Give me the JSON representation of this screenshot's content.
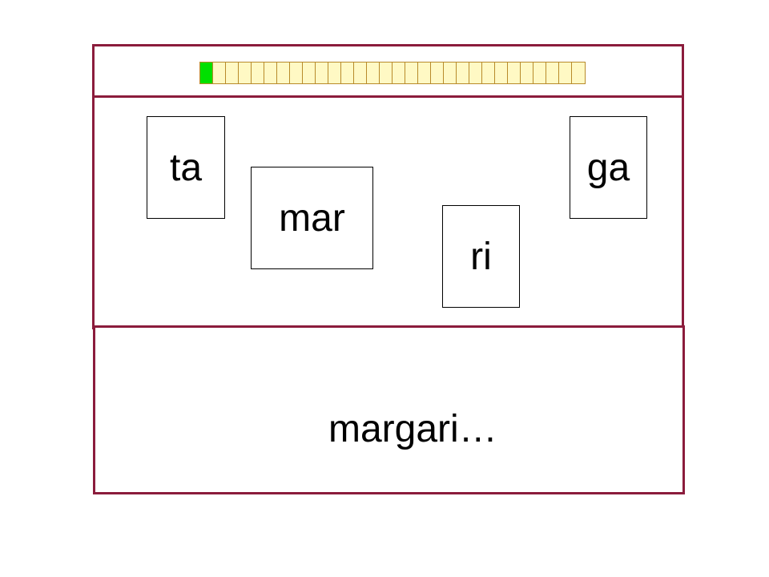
{
  "progress": {
    "total_segments": 30,
    "completed_segments": 1,
    "filled_color": "#00e000",
    "empty_color": "#fff9c4"
  },
  "cards": [
    {
      "id": "ta",
      "text": "ta"
    },
    {
      "id": "mar",
      "text": "mar"
    },
    {
      "id": "ri",
      "text": "ri"
    },
    {
      "id": "ga",
      "text": "ga"
    }
  ],
  "answer": {
    "text": "margari…"
  },
  "colors": {
    "frame": "#8b1c3c"
  }
}
